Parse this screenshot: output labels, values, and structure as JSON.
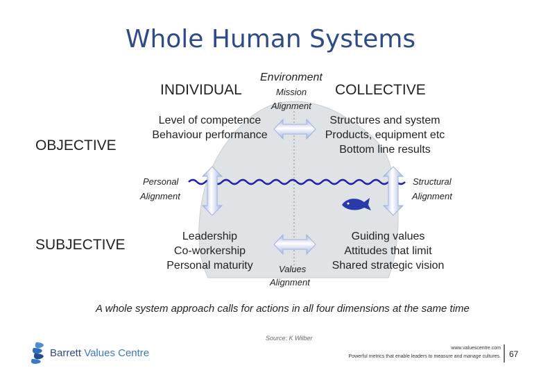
{
  "title": "Whole Human Systems",
  "axes": {
    "individual": "INDIVIDUAL",
    "collective": "COLLECTIVE",
    "objective": "OBJECTIVE",
    "subjective": "SUBJECTIVE"
  },
  "center": {
    "environment": "Environment",
    "mission": "Mission",
    "alignment_top": "Alignment",
    "values": "Values",
    "alignment_bottom": "Alignment"
  },
  "sides": {
    "personal": "Personal",
    "personal_alignment": "Alignment",
    "structural": "Structural",
    "structural_alignment": "Alignment"
  },
  "quadrants": {
    "top_left": [
      "Level of competence",
      "Behaviour performance"
    ],
    "top_right": [
      "Structures and system",
      "Products, equipment etc",
      "Bottom line results"
    ],
    "bottom_left": [
      "Leadership",
      "Co-workership",
      "Personal maturity"
    ],
    "bottom_right": [
      "Guiding values",
      "Attitudes that limit",
      "Shared strategic vision"
    ]
  },
  "caption": "A whole system approach calls for actions in all four dimensions at the same time",
  "source": "Source: K Wilber",
  "footer": {
    "brand_part1": "Barrett",
    "brand_part2": "Values Centre",
    "website": "www.valuescentre.com",
    "tagline": "Powerful metrics that enable leaders to measure and manage cultures.",
    "page_number": "67"
  },
  "colors": {
    "title": "#2e4b87",
    "iceberg": "#dfe3e6",
    "water": "#2323a8",
    "arrow_light": "#ffffff",
    "arrow_dark": "#b9c7e6",
    "fish": "#2a3aa8"
  }
}
